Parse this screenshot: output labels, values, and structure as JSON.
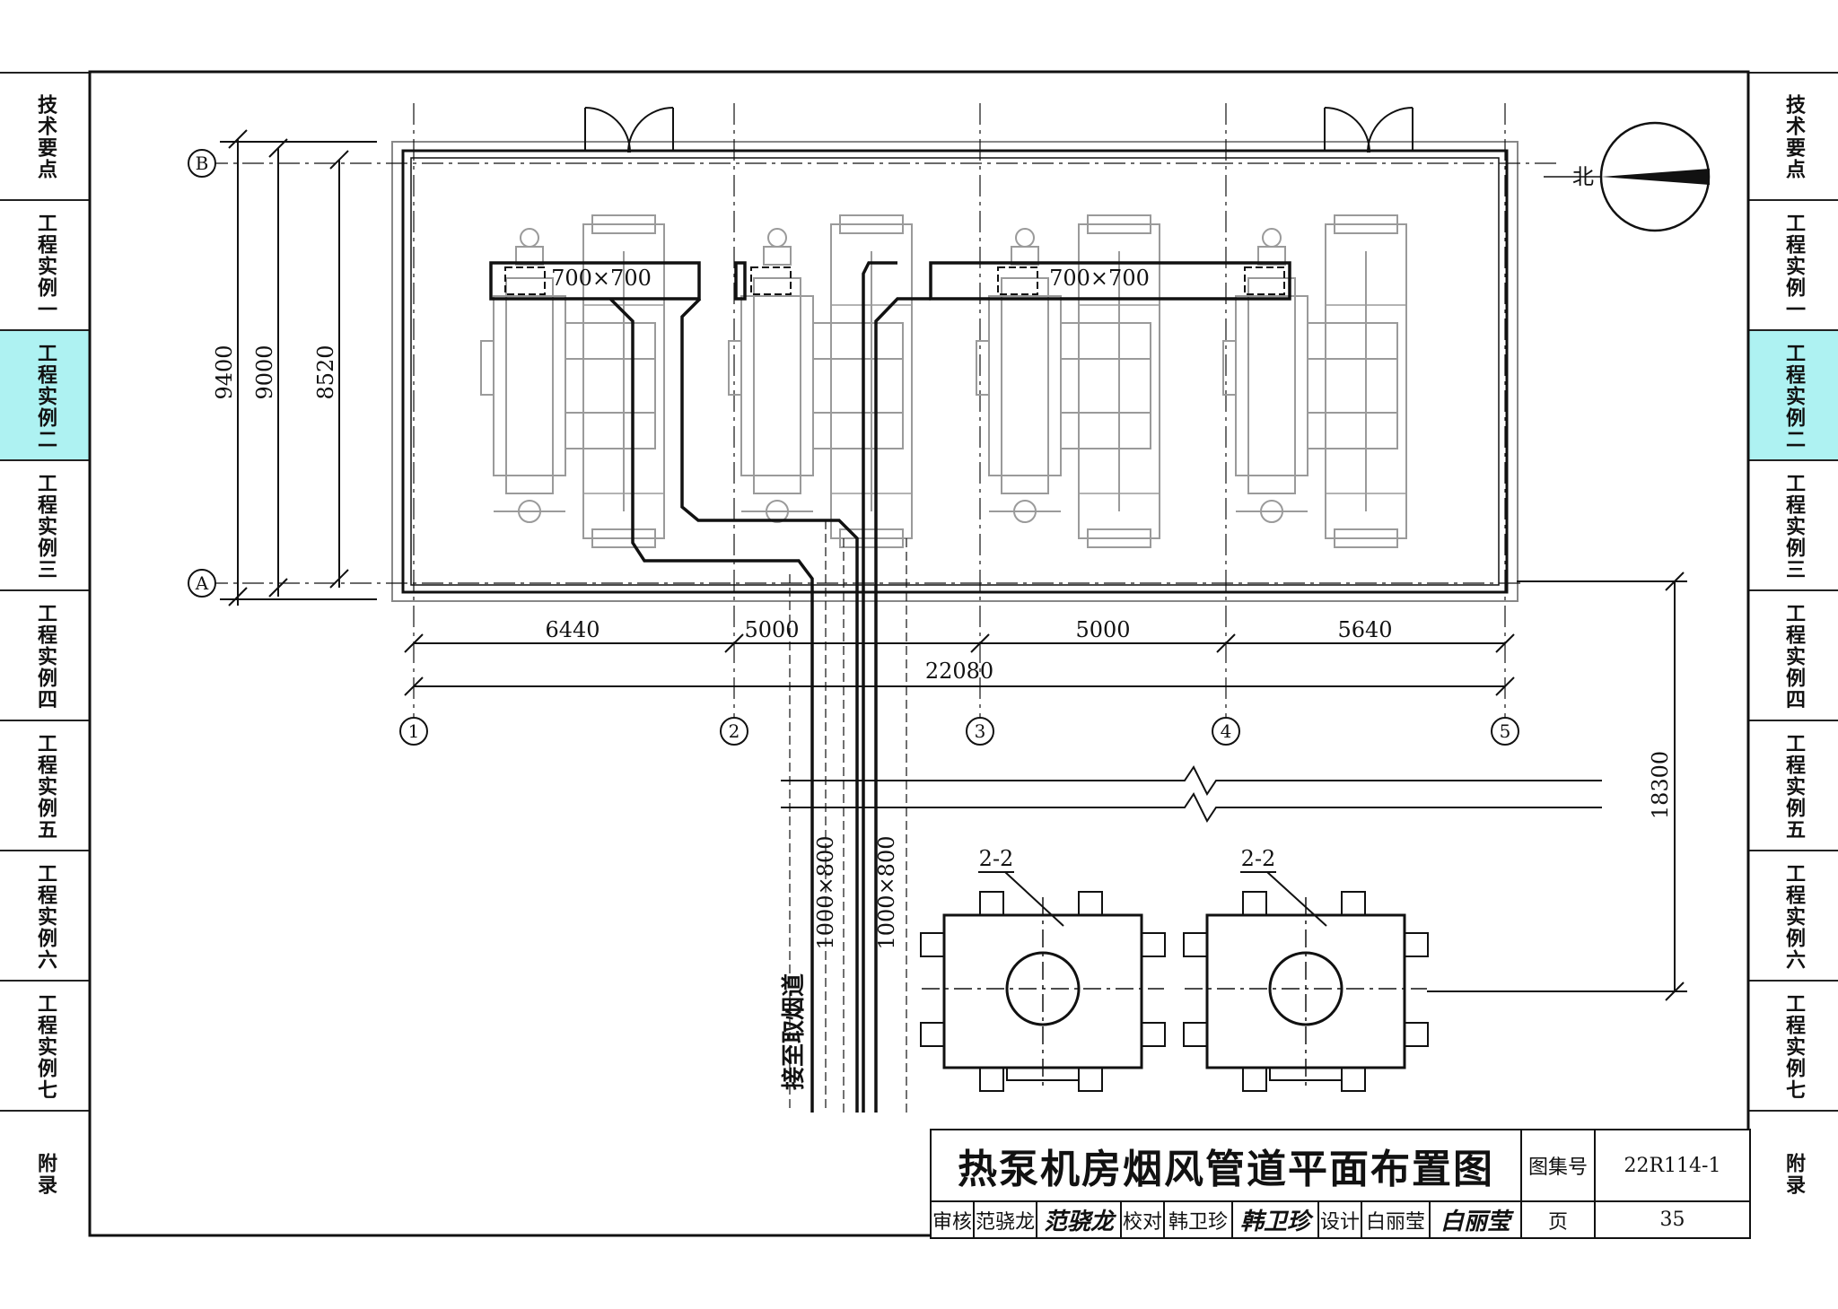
{
  "left_tabs": [
    {
      "label": "技术要点"
    },
    {
      "label": "工程实例一"
    },
    {
      "label": "工程实例二"
    },
    {
      "label": "工程实例三"
    },
    {
      "label": "工程实例四"
    },
    {
      "label": "工程实例五"
    },
    {
      "label": "工程实例六"
    },
    {
      "label": "工程实例七"
    },
    {
      "label": "附录"
    }
  ],
  "right_tabs": [
    {
      "label": "技术要点"
    },
    {
      "label": "工程实例一"
    },
    {
      "label": "工程实例二"
    },
    {
      "label": "工程实例三"
    },
    {
      "label": "工程实例四"
    },
    {
      "label": "工程实例五"
    },
    {
      "label": "工程实例六"
    },
    {
      "label": "工程实例七"
    },
    {
      "label": "附录"
    }
  ],
  "active_tab": "工程实例二",
  "colors": {
    "line": "#111111",
    "active_tab": "#aef2f2",
    "light_equipment": "#9a9a9a"
  },
  "drawing": {
    "axis_rows": [
      "B",
      "A"
    ],
    "axis_cols": [
      "1",
      "2",
      "3",
      "4",
      "5"
    ],
    "dims_vertical": [
      "9400",
      "9000",
      "8520",
      "18300"
    ],
    "dims_horizontal": [
      "6440",
      "5000",
      "5000",
      "5640",
      "22080"
    ],
    "duct_size": "700×700",
    "flue_size": "1000×800",
    "flue_note": "接至取烟道",
    "section_label": "2-2",
    "north_label": "北"
  },
  "title_block": {
    "title": "热泵机房烟风管道平面布置图",
    "atlas_label": "图集号",
    "atlas_no": "22R114-1",
    "page_label": "页",
    "page_no": "35",
    "review_label": "审核",
    "review_name": "范骁龙",
    "review_sig": "范骁龙",
    "check_label": "校对",
    "check_name": "韩卫珍",
    "check_sig": "韩卫珍",
    "design_label": "设计",
    "design_name": "白丽莹",
    "design_sig": "白丽莹"
  }
}
